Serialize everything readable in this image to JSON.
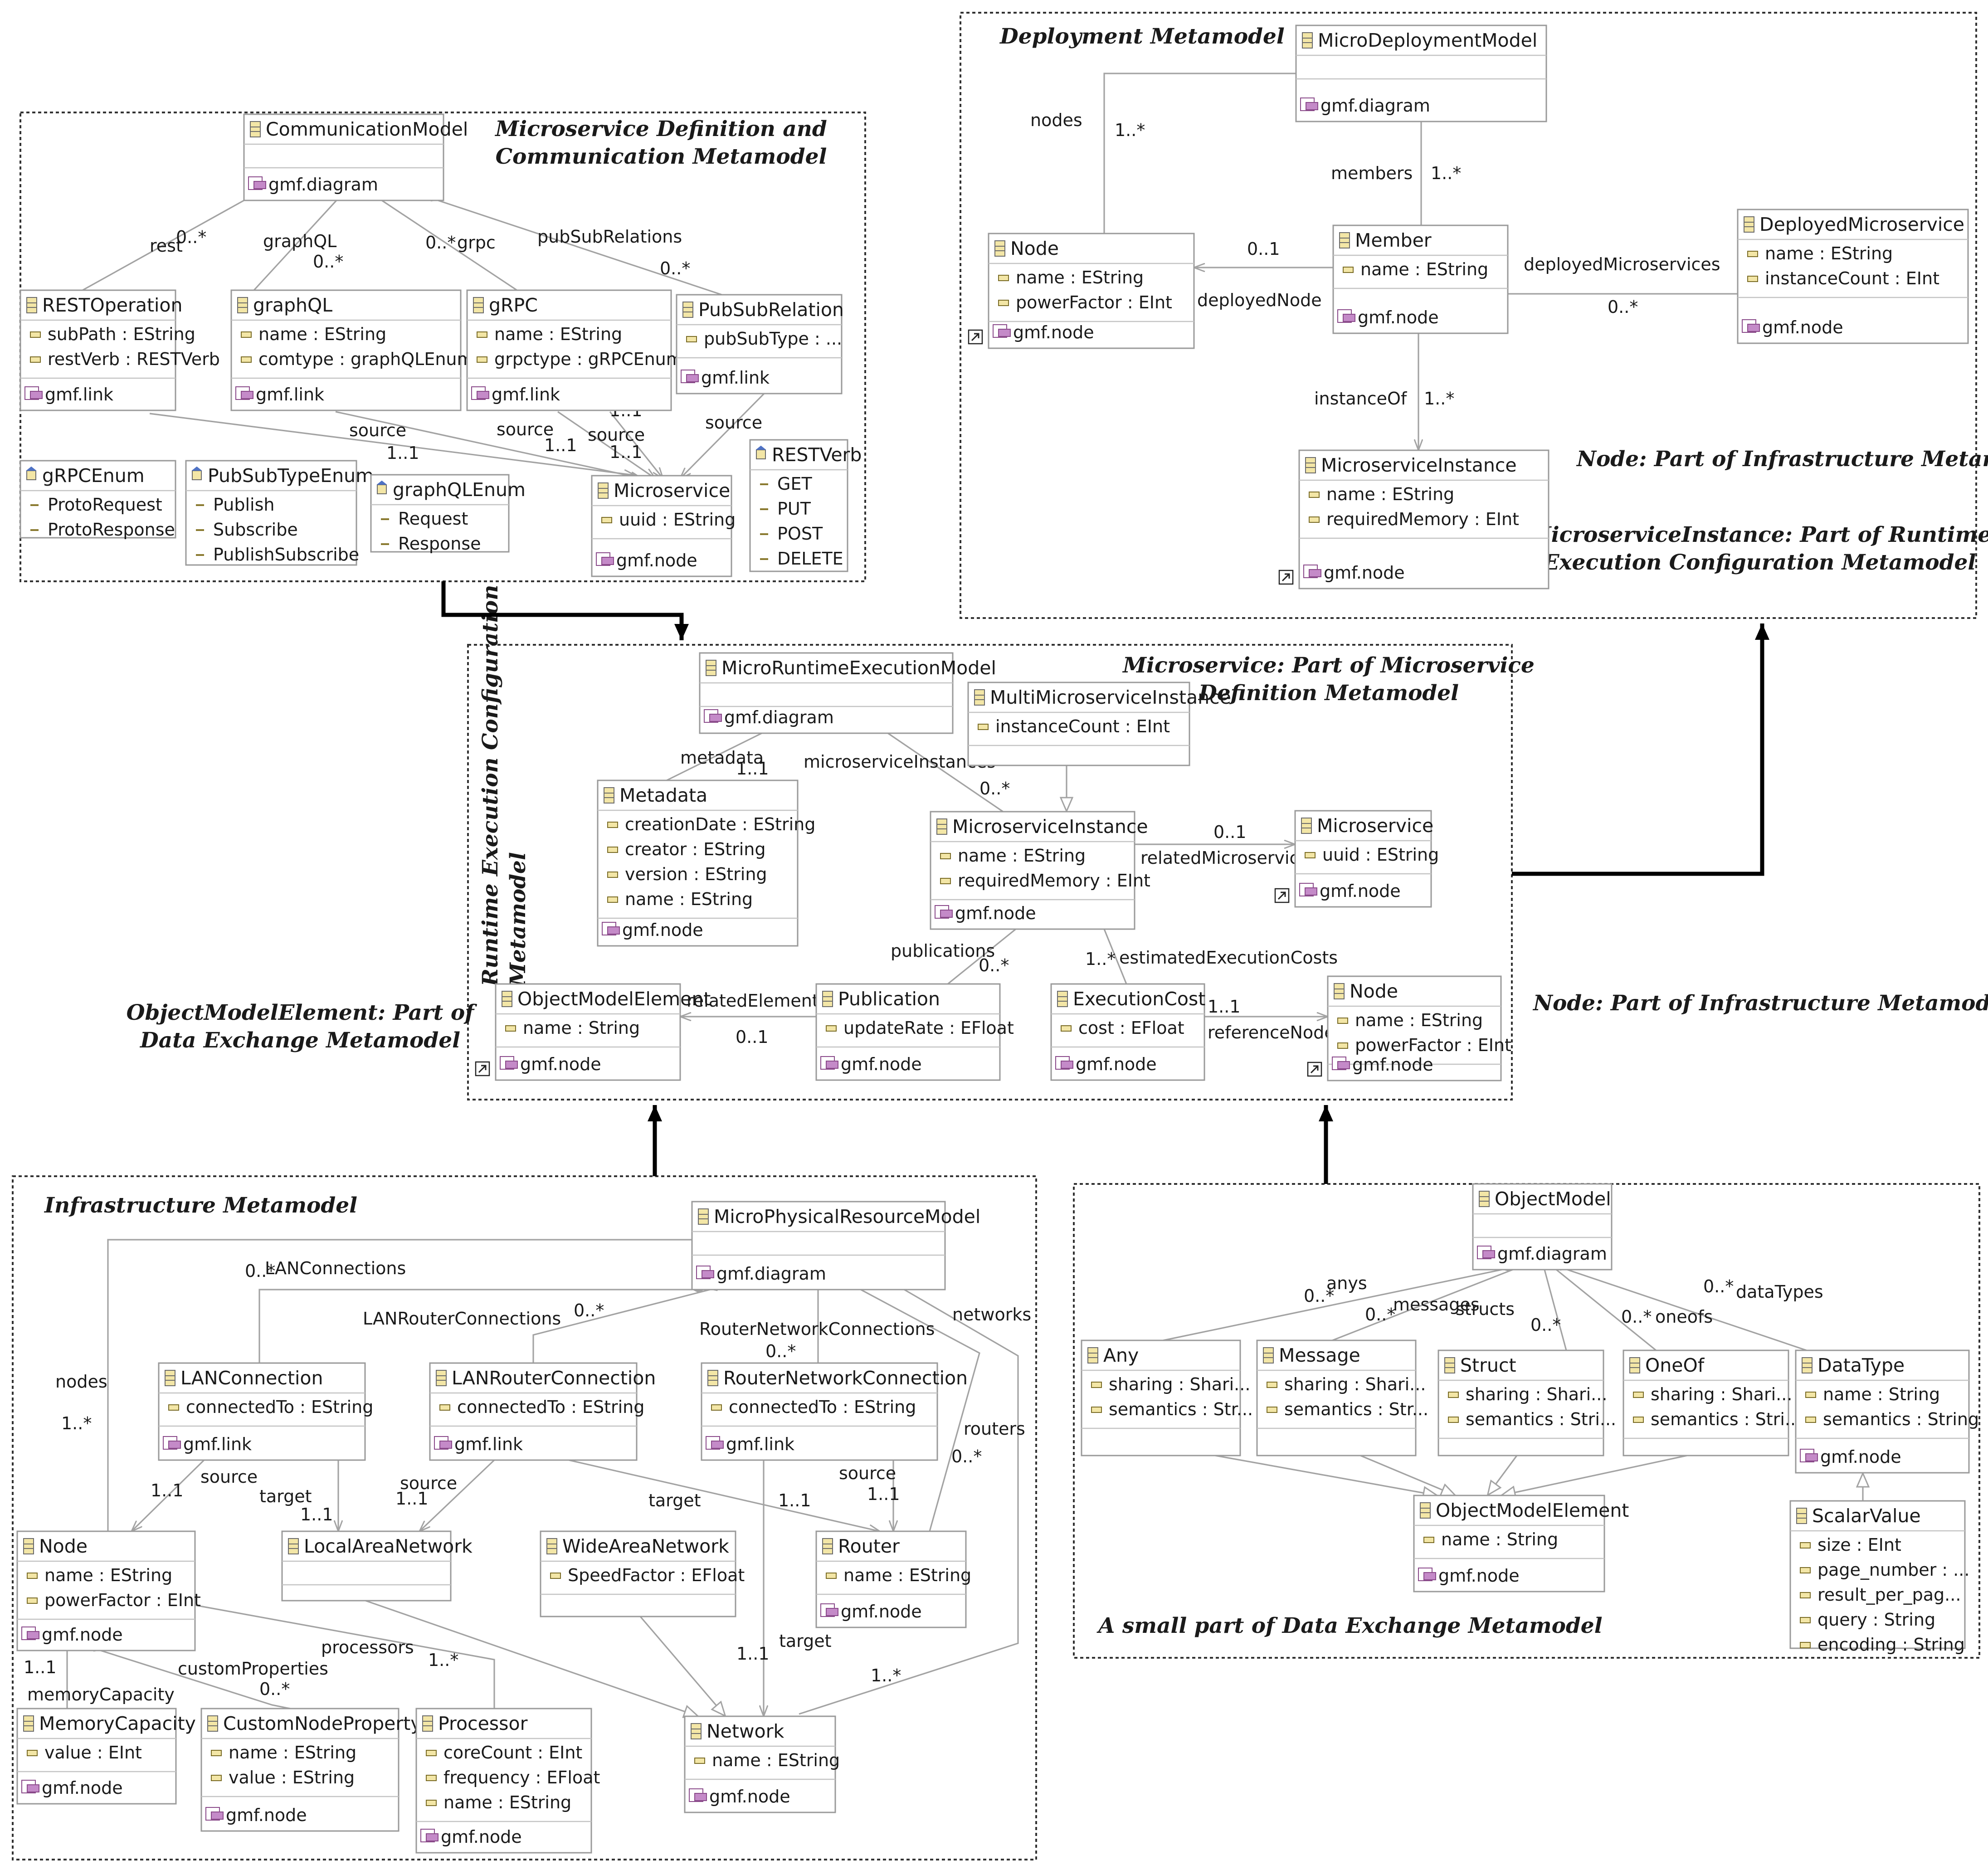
{
  "panels": {
    "communication": "Microservice Definition and\nCommunication Metamodel",
    "deployment": "Deployment Metamodel",
    "runtime": "Runtime Execution Configuration\nMetamodel",
    "infrastructure": "Infrastructure Metamodel",
    "data_exchange": "A small part of Data Exchange Metamodel"
  },
  "notes": {
    "deploy_node": "Node: Part of Infrastructure Metamodel",
    "deploy_instance": "MicroserviceInstance: Part of Runtime\nExecution Configuration Metamodel",
    "runtime_microservice": "Microservice: Part of Microservice\nDefinition Metamodel",
    "runtime_node": "Node: Part of Infrastructure Metamodel",
    "runtime_object": "ObjectModelElement: Part of\nData Exchange Metamodel"
  },
  "classes": [
    {
      "id": "CommunicationModel",
      "name": "CommunicationModel",
      "attrs": [],
      "ops": [
        "gmf.diagram"
      ]
    },
    {
      "id": "RESTOperation",
      "name": "RESTOperation",
      "attrs": [
        "subPath : EString",
        "restVerb : RESTVerb"
      ],
      "ops": [
        "gmf.link"
      ]
    },
    {
      "id": "graphQL",
      "name": "graphQL",
      "attrs": [
        "name : EString",
        "comtype : graphQLEnum"
      ],
      "ops": [
        "gmf.link"
      ]
    },
    {
      "id": "gRPC",
      "name": "gRPC",
      "attrs": [
        "name : EString",
        "grpctype : gRPCEnum"
      ],
      "ops": [
        "gmf.link"
      ]
    },
    {
      "id": "PubSubRelation",
      "name": "PubSubRelation",
      "attrs": [
        "pubSubType : ..."
      ],
      "ops": [
        "gmf.link"
      ]
    },
    {
      "id": "gRPCEnum",
      "name": "gRPCEnum",
      "attrs": [
        "ProtoRequest",
        "ProtoResponse"
      ],
      "ops": [],
      "kind": "enum"
    },
    {
      "id": "PubSubTypeEnum",
      "name": "PubSubTypeEnum",
      "attrs": [
        "Publish",
        "Subscribe",
        "PublishSubscribe"
      ],
      "ops": [],
      "kind": "enum"
    },
    {
      "id": "graphQLEnum",
      "name": "graphQLEnum",
      "attrs": [
        "Request",
        "Response"
      ],
      "ops": [],
      "kind": "enum"
    },
    {
      "id": "MicroserviceC",
      "name": "Microservice",
      "attrs": [
        "uuid : EString"
      ],
      "ops": [
        "gmf.node"
      ]
    },
    {
      "id": "RESTVerb",
      "name": "RESTVerb",
      "attrs": [
        "GET",
        "PUT",
        "POST",
        "DELETE"
      ],
      "ops": [],
      "kind": "enum"
    },
    {
      "id": "MicroDeploymentModel",
      "name": "MicroDeploymentModel",
      "attrs": [],
      "ops": [
        "gmf.diagram"
      ]
    },
    {
      "id": "NodeD",
      "name": "Node",
      "attrs": [
        "name : EString",
        "powerFactor : EInt"
      ],
      "ops": [
        "gmf.node"
      ],
      "shortcut": true
    },
    {
      "id": "Member",
      "name": "Member",
      "attrs": [
        "name : EString"
      ],
      "ops": [
        "gmf.node"
      ]
    },
    {
      "id": "DeployedMicroservice",
      "name": "DeployedMicroservice",
      "attrs": [
        "name : EString",
        "instanceCount : EInt"
      ],
      "ops": [
        "gmf.node"
      ]
    },
    {
      "id": "MicroserviceInstanceD",
      "name": "MicroserviceInstance",
      "attrs": [
        "name : EString",
        "requiredMemory : EInt"
      ],
      "ops": [
        "gmf.node"
      ],
      "shortcut": true
    },
    {
      "id": "MicroRuntimeExecutionModel",
      "name": "MicroRuntimeExecutionModel",
      "attrs": [],
      "ops": [
        "gmf.diagram"
      ]
    },
    {
      "id": "MultiMicroserviceInstance",
      "name": "MultiMicroserviceInstance",
      "attrs": [
        "instanceCount : EInt"
      ],
      "ops": [
        ""
      ]
    },
    {
      "id": "Metadata",
      "name": "Metadata",
      "attrs": [
        "creationDate : EString",
        "creator : EString",
        "version : EString",
        "name : EString"
      ],
      "ops": [
        "gmf.node"
      ]
    },
    {
      "id": "MicroserviceInstanceR",
      "name": "MicroserviceInstance",
      "attrs": [
        "name : EString",
        "requiredMemory : EInt"
      ],
      "ops": [
        "gmf.node"
      ]
    },
    {
      "id": "MicroserviceR",
      "name": "Microservice",
      "attrs": [
        "uuid : EString"
      ],
      "ops": [
        "gmf.node"
      ],
      "shortcut": true
    },
    {
      "id": "ObjectModelElementR",
      "name": "ObjectModelElement",
      "attrs": [
        "name : String"
      ],
      "ops": [
        "gmf.node"
      ],
      "shortcut": true
    },
    {
      "id": "Publication",
      "name": "Publication",
      "attrs": [
        "updateRate : EFloat"
      ],
      "ops": [
        "gmf.node"
      ]
    },
    {
      "id": "ExecutionCost",
      "name": "ExecutionCost",
      "attrs": [
        "cost : EFloat"
      ],
      "ops": [
        "gmf.node"
      ]
    },
    {
      "id": "NodeR",
      "name": "Node",
      "attrs": [
        "name : EString",
        "powerFactor : EInt"
      ],
      "ops": [
        "gmf.node"
      ],
      "shortcut": true
    },
    {
      "id": "MicroPhysicalResourceModel",
      "name": "MicroPhysicalResourceModel",
      "attrs": [],
      "ops": [
        "gmf.diagram"
      ]
    },
    {
      "id": "LANConnection",
      "name": "LANConnection",
      "attrs": [
        "connectedTo : EString"
      ],
      "ops": [
        "gmf.link"
      ]
    },
    {
      "id": "LANRouterConnection",
      "name": "LANRouterConnection",
      "attrs": [
        "connectedTo : EString"
      ],
      "ops": [
        "gmf.link"
      ]
    },
    {
      "id": "RouterNetworkConnection",
      "name": "RouterNetworkConnection",
      "attrs": [
        "connectedTo : EString"
      ],
      "ops": [
        "gmf.link"
      ]
    },
    {
      "id": "NodeI",
      "name": "Node",
      "attrs": [
        "name : EString",
        "powerFactor : EInt"
      ],
      "ops": [
        "gmf.node"
      ]
    },
    {
      "id": "LocalAreaNetwork",
      "name": "LocalAreaNetwork",
      "attrs": [],
      "ops": [
        ""
      ]
    },
    {
      "id": "WideAreaNetwork",
      "name": "WideAreaNetwork",
      "attrs": [
        "SpeedFactor : EFloat"
      ],
      "ops": [
        ""
      ]
    },
    {
      "id": "Router",
      "name": "Router",
      "attrs": [
        "name : EString"
      ],
      "ops": [
        "gmf.node"
      ]
    },
    {
      "id": "MemoryCapacity",
      "name": "MemoryCapacity",
      "attrs": [
        "value : EInt"
      ],
      "ops": [
        "gmf.node"
      ]
    },
    {
      "id": "CustomNodeProperty",
      "name": "CustomNodeProperty",
      "attrs": [
        "name : EString",
        "value : EString"
      ],
      "ops": [
        "gmf.node"
      ]
    },
    {
      "id": "Processor",
      "name": "Processor",
      "attrs": [
        "coreCount : EInt",
        "frequency : EFloat",
        "name : EString"
      ],
      "ops": [
        "gmf.node"
      ]
    },
    {
      "id": "Network",
      "name": "Network",
      "attrs": [
        "name : EString"
      ],
      "ops": [
        "gmf.node"
      ]
    },
    {
      "id": "ObjectModel",
      "name": "ObjectModel",
      "attrs": [],
      "ops": [
        "gmf.diagram"
      ]
    },
    {
      "id": "Any",
      "name": "Any",
      "attrs": [
        "sharing : Shari...",
        "semantics : Str..."
      ],
      "ops": [
        ""
      ]
    },
    {
      "id": "Message",
      "name": "Message",
      "attrs": [
        "sharing : Shari...",
        "semantics : Str..."
      ],
      "ops": [
        ""
      ]
    },
    {
      "id": "Struct",
      "name": "Struct",
      "attrs": [
        "sharing : Shari...",
        "semantics : Stri..."
      ],
      "ops": [
        ""
      ]
    },
    {
      "id": "OneOf",
      "name": "OneOf",
      "attrs": [
        "sharing : Shari...",
        "semantics : Stri..."
      ],
      "ops": [
        ""
      ]
    },
    {
      "id": "DataType",
      "name": "DataType",
      "attrs": [
        "name : String",
        "semantics : String"
      ],
      "ops": [
        "gmf.node"
      ]
    },
    {
      "id": "ObjectModelElementX",
      "name": "ObjectModelElement",
      "attrs": [
        "name : String"
      ],
      "ops": [
        "gmf.node"
      ]
    },
    {
      "id": "ScalarValue",
      "name": "ScalarValue",
      "attrs": [
        "size : EInt",
        "page_number : ...",
        "result_per_pag...",
        "query : String",
        "encoding : String"
      ],
      "ops": []
    }
  ],
  "relation_labels": [
    "rest",
    "0..*",
    "graphQL",
    "0..*",
    "0..*",
    "grpc",
    "pubSubRelations",
    "0..*",
    "source",
    "1..1",
    "source",
    "1..1",
    "source",
    "1..1",
    "1..1",
    "source",
    "nodes",
    "1..*",
    "members",
    "1..*",
    "0..1",
    "deployedNode",
    "deployedMicroservices",
    "0..*",
    "instanceOf",
    "1..*",
    "metadata",
    "1..1",
    "microserviceInstances",
    "0..*",
    "0..1",
    "relatedMicroservice",
    "publications",
    "0..*",
    "1..*",
    "estimatedExecutionCosts",
    "relatedElement",
    "0..1",
    "1..1",
    "referenceNode",
    "0..*",
    "LANConnections",
    "LANRouterConnections",
    "0..*",
    "RouterNetworkConnections",
    "0..*",
    "networks",
    "nodes",
    "1..*",
    "routers",
    "0..*",
    "source",
    "1..1",
    "target",
    "1..1",
    "source",
    "1..1",
    "target",
    "1..1",
    "source",
    "1..1",
    "1..1",
    "target",
    "processors",
    "1..*",
    "customProperties",
    "0..*",
    "1..1",
    "memoryCapacity",
    "1..*",
    "0..*",
    "anys",
    "0..*",
    "messages",
    "structs",
    "0..*",
    "0..*",
    "oneofs",
    "0..*",
    "dataTypes"
  ]
}
